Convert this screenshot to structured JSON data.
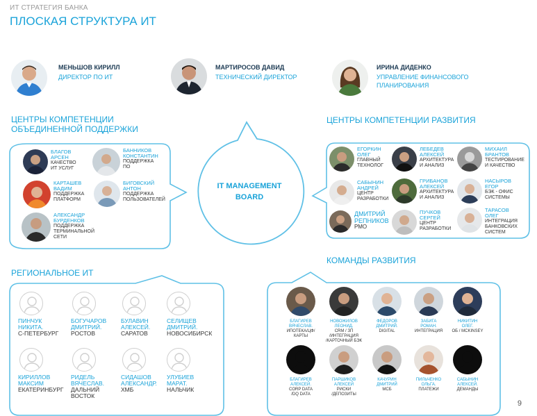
{
  "header": {
    "kicker": "ИТ СТРАТЕГИЯ БАНКА",
    "title": "ПЛОСКАЯ СТРУКТУРА ИТ"
  },
  "executives": [
    {
      "name": "МЕНЬШОВ КИРИЛЛ",
      "role": "ДИРЕКТОР ПО ИТ"
    },
    {
      "name": "МАРТИРОСОВ ДАВИД",
      "role": "ТЕХНИЧЕСКИЙ ДИРЕКТОР"
    },
    {
      "name": "ИРИНА ДИДЕНКО",
      "role_line1": "УПРАВЛЕНИЕ ФИНАНСОВОГО",
      "role_line2": "ПЛАНИРОВАНИЯ"
    }
  ],
  "board": {
    "line1": "IT MANAGEMENT",
    "line2": "BOARD"
  },
  "support": {
    "title_line1": "ЦЕНТРЫ КОМПЕТЕНЦИИ",
    "title_line2": "ОБЪЕДИНЕННОЙ ПОДДЕРЖКИ",
    "people": [
      {
        "n1": "БЛАГОВ",
        "n2": "АРСЕН",
        "r1": "КАЧЕСТВО",
        "r2": "ИТ УСЛУГ",
        "r3": ""
      },
      {
        "n1": "БАННИКОВ",
        "n2": "КОНСТАНТИН",
        "r1": "ПОДДЕРЖКА",
        "r2": "ПО",
        "r3": ""
      },
      {
        "n1": "КАРТАШЕВ",
        "n2": "ВАДИМ",
        "r1": "ПОДДЕРЖКА",
        "r2": "ПЛАТФОРМ",
        "r3": ""
      },
      {
        "n1": "БИГОВСКИЙ",
        "n2": "АНТОН",
        "r1": "ПОДДЕРЖКА",
        "r2": "ПОЛЬЗОВАТЕЛЕЙ",
        "r3": ""
      },
      {
        "n1": "АЛЕКСАНДР",
        "n2": "БУРДЕНКОВ",
        "r1": "ПОДДЕРЖКА",
        "r2": "ТЕРМИНАЛЬНОЙ",
        "r3": "СЕТИ"
      }
    ]
  },
  "development": {
    "title": "ЦЕНТРЫ КОМПЕТЕНЦИИ РАЗВИТИЯ",
    "people": [
      {
        "n1": "ЕГОРКИН",
        "n2": "ОЛЕГ",
        "r1": "ГЛАВНЫЙ",
        "r2": "ТЕХНОЛОГ",
        "r3": ""
      },
      {
        "n1": "ЛЕБЕДЕВ",
        "n2": "АЛЕКСЕЙ",
        "r1": "АРХИТЕКТУРА",
        "r2": "И АНАЛИЗ",
        "r3": ""
      },
      {
        "n1": "МИХАИЛ",
        "n2": "БРАНТОВ",
        "r1": "ТЕСТИРОВАНИЕ",
        "r2": "И КАЧЕСТВО",
        "r3": ""
      },
      {
        "n1": "САБЫНИН",
        "n2": "АНДРЕЙ",
        "r1": "ЦЕНТР",
        "r2": "РАЗРАБОТКИ",
        "r3": ""
      },
      {
        "n1": "ГРИБАНОВ",
        "n2": "АЛЕКСЕЙ",
        "r1": "АРХИТЕКТУРА",
        "r2": "И АНАЛИЗ",
        "r3": ""
      },
      {
        "n1": "НАСЫРОВ",
        "n2": "ЕГОР",
        "r1": "БЭК - ОФИС",
        "r2": "СИСТЕМЫ",
        "r3": ""
      },
      {
        "n1": "ДМИТРИЙ",
        "n2": "РЕПНИКОВ",
        "r1": "РМО",
        "r2": "",
        "r3": ""
      },
      {
        "n1": "ПУЧКОВ",
        "n2": "СЕРГЕЙ",
        "r1": "ЦЕНТР",
        "r2": "РАЗРАБОТКИ",
        "r3": ""
      },
      {
        "n1": "ТАРАСОВ",
        "n2": "ОЛЕГ",
        "r1": "ИНТЕГРАЦИЯ",
        "r2": "БАНКОВСКИХ",
        "r3": "СИСТЕМ"
      }
    ]
  },
  "regional": {
    "title": "РЕГИОНАЛЬНОЕ ИТ",
    "people": [
      {
        "n1": "ПИНЧУК",
        "n2": "НИКИТА.",
        "city": "С-ПЕТЕРБУРГ",
        "city2": ""
      },
      {
        "n1": "БОГУЧАРОВ",
        "n2": "ДМИТРИЙ.",
        "city": "РОСТОВ",
        "city2": ""
      },
      {
        "n1": "БУЛАВИН",
        "n2": "АЛЕКСЕЙ.",
        "city": "САРАТОВ",
        "city2": ""
      },
      {
        "n1": "СЕЛИЩЕВ",
        "n2": "ДМИТРИЙ.",
        "city": "НОВОСИБИРСК",
        "city2": ""
      },
      {
        "n1": "КИРИЛЛОВ",
        "n2": "МАКСИМ",
        "city": "ЕКАТЕРИНБУРГ",
        "city2": ""
      },
      {
        "n1": "РИДЕЛЬ",
        "n2": "ВЯЧЕСЛАВ.",
        "city": "ДАЛЬНИЙ",
        "city2": "ВОСТОК"
      },
      {
        "n1": "СИДАШОВ",
        "n2": "АЛЕКСАНДР.",
        "city": "ХМБ",
        "city2": ""
      },
      {
        "n1": "УЛУБИЕВ",
        "n2": "МАРАТ.",
        "city": "НАЛЬЧИК",
        "city2": ""
      }
    ]
  },
  "teams": {
    "title": "КОМАНДЫ РАЗВИТИЯ",
    "people": [
      {
        "n1": "БЛАГИРЕВ",
        "n2": "ВЯЧЕСЛАВ.",
        "r1": "ИПОТЕКА/ЦФ/",
        "r2": "КАРТЫ"
      },
      {
        "n1": "НОВОЖИЛОВ",
        "n2": "ЛЕОНИД.",
        "r1": "CRM / ЗП",
        "r2": "/ИНТЕГРАЦИЯ",
        "r3": "/КАРТОЧНЫЙ БЭК"
      },
      {
        "n1": "ФЕДОРОВ",
        "n2": "ДМИТРИЙ.",
        "r1": "DIGITAL",
        "r2": ""
      },
      {
        "n1": "ЗАБИГА",
        "n2": "РОМАН.",
        "r1": "ИНТЕГРАЦИЯ",
        "r2": ""
      },
      {
        "n1": "НИКИТИН",
        "n2": "ОЛЕГ.",
        "r1": "ОБ / MCKINSEY",
        "r2": ""
      },
      {
        "n1": "БЛАГИРЕВ",
        "n2": "АЛЕКСЕЙ.",
        "r1": "CORP DATA",
        "r2": "/DQ DATA"
      },
      {
        "n1": "ПАРШИКОВ",
        "n2": "АЛЕКСЕЙ",
        "r1": "РИСКИ",
        "r2": "/ДЕПОЗИТЫ"
      },
      {
        "n1": "КАЧУРИН",
        "n2": "ДМИТРИЙ",
        "r1": "МСБ",
        "r2": ""
      },
      {
        "n1": "ПИЛЬЧЕНКО",
        "n2": "ОЛЬГА.",
        "r1": "ПЛАТЕЖИ",
        "r2": ""
      },
      {
        "n1": "САБЫНИН",
        "n2": "АЛЕКСЕЙ.",
        "r1": "ДЕМАНДЫ",
        "r2": ""
      }
    ]
  },
  "page_number": "9",
  "colors": {
    "accent": "#1aa3d9",
    "dark": "#1c3a53"
  }
}
